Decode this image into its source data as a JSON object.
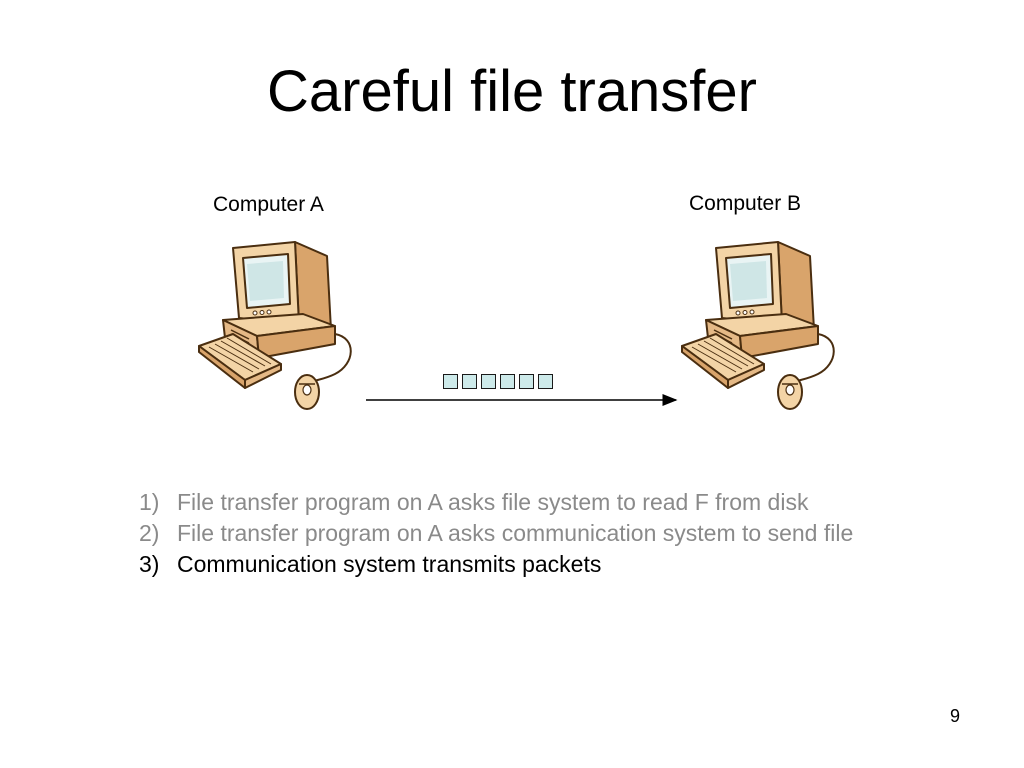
{
  "slide": {
    "title": "Careful file transfer",
    "page_number": "9"
  },
  "diagram": {
    "computer_a_label": "Computer A",
    "computer_b_label": "Computer B",
    "packet_count": 6,
    "packet_color": "#cdeaea",
    "computer_icon": "desktop-computer-icon",
    "arrow_direction": "A-to-B"
  },
  "steps": [
    {
      "num": "1)",
      "text": "File transfer program on A asks file system to read F from disk",
      "state": "dim"
    },
    {
      "num": "2)",
      "text": "File transfer program on A asks communication system to send file",
      "state": "dim"
    },
    {
      "num": "3)",
      "text": "Communication system transmits packets",
      "state": "active"
    }
  ],
  "colors": {
    "dim_text": "#8a8a8a",
    "active_text": "#000000",
    "computer_body": "#f3d4a6",
    "computer_outline": "#4a2e10"
  }
}
